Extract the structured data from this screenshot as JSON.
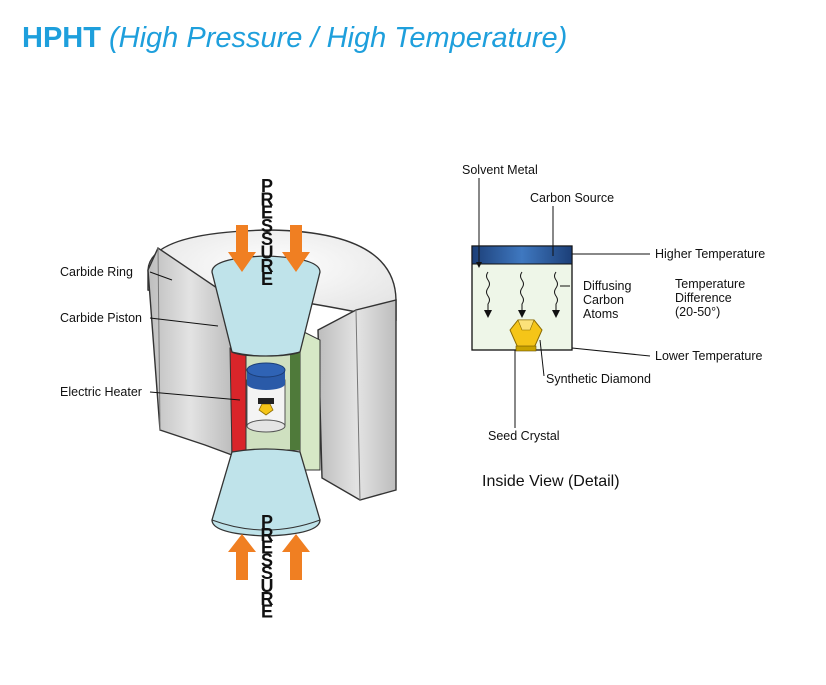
{
  "title": {
    "bold": "HPHT",
    "italic": "(High Pressure / High Temperature)"
  },
  "press": {
    "pressure_word": "PRESSURE",
    "labels": {
      "carbide_ring": "Carbide Ring",
      "carbide_piston": "Carbide Piston",
      "electric_heater": "Electric Heater"
    }
  },
  "detail": {
    "solvent_metal": "Solvent Metal",
    "carbon_source": "Carbon Source",
    "higher_temperature": "Higher Temperature",
    "diffusing_1": "Diffusing",
    "diffusing_2": "Carbon",
    "diffusing_3": "Atoms",
    "temp_diff_1": "Temperature",
    "temp_diff_2": "Difference",
    "temp_diff_3": "(20-50°)",
    "lower_temperature": "Lower Temperature",
    "synthetic_diamond": "Synthetic Diamond",
    "seed_crystal": "Seed Crystal",
    "caption": "Inside View  (Detail)"
  },
  "colors": {
    "title": "#1e9fdc",
    "arrow": "#f07f22",
    "anvil": "#bfe3ea",
    "ring": "#d4d4d4",
    "heater": "#d9252a",
    "cell_green": "#cfe0c0",
    "carbon_source": "#1e4b8c",
    "diamond": "#f5c518"
  }
}
